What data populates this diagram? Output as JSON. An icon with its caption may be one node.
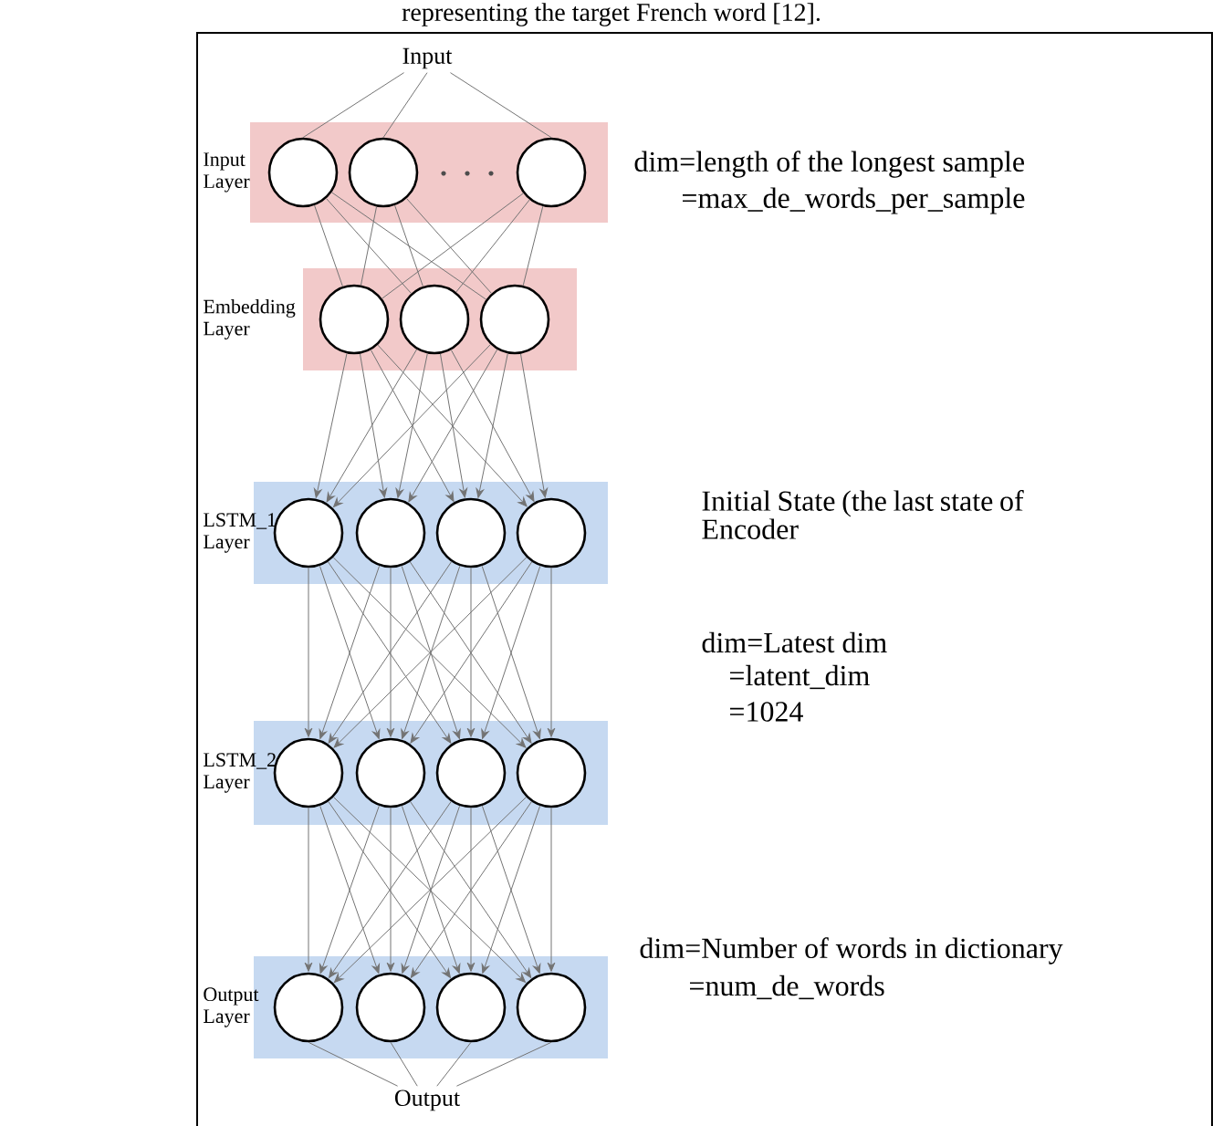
{
  "diagram": {
    "nodes": [
      {
        "text": [
          "Input"
        ]
      },
      {
        "text": [
          "Input Layer"
        ]
      },
      {
        "text": [],
        "shape": "circle",
        "in": 1
      },
      {
        "text": [],
        "shape": "circle",
        "in": 1
      },
      {
        "text": [],
        "shape": "circle",
        "in": 1
      },
      {
        "text": [
          "Embedding Layer"
        ]
      },
      {
        "text": [],
        "shape": "circle",
        "in": 5
      },
      {
        "text": [],
        "shape": "circle",
        "in": 5
      },
      {
        "text": [],
        "shape": "circle",
        "in": 5
      },
      {
        "text": [
          "LSTM_1 Layer"
        ]
      },
      {
        "text": [],
        "shape": "circle",
        "in": 9
      },
      {
        "text": [],
        "shape": "circle",
        "in": 9
      },
      {
        "text": [],
        "shape": "circle",
        "in": 9
      },
      {
        "text": [],
        "shape": "circle",
        "in": 9
      },
      {
        "text": [
          "LSTM_2 Layer"
        ]
      },
      {
        "text": [],
        "shape": "circle",
        "in": 14
      },
      {
        "text": [],
        "shape": "circle",
        "in": 14
      },
      {
        "text": [],
        "shape": "circle",
        "in": 14
      },
      {
        "text": [],
        "shape": "circle",
        "in": 14
      },
      {
        "text": [
          "Output Layer"
        ]
      },
      {
        "text": [],
        "shape": "circle",
        "in": 19
      },
      {
        "text": [],
        "shape": "circle",
        "in": 19
      },
      {
        "text": [],
        "shape": "circle",
        "in": 19
      },
      {
        "text": [],
        "shape": "circle",
        "in": 19
      },
      {
        "text": [
          "Output"
        ]
      }
    ],
    "edges": [
      {
        "from": 0,
        "to": 2,
        "arrow": "none"
      },
      {
        "from": 0,
        "to": 3,
        "arrow": "none"
      },
      {
        "from": 0,
        "to": 4,
        "arrow": "none"
      },
      {
        "from": 2,
        "to": 6,
        "arrow": "none"
      },
      {
        "from": 2,
        "to": 7,
        "arrow": "none"
      },
      {
        "from": 2,
        "to": 8,
        "arrow": "none"
      },
      {
        "from": 3,
        "to": 6,
        "arrow": "none"
      },
      {
        "from": 3,
        "to": 7,
        "arrow": "none"
      },
      {
        "from": 3,
        "to": 8,
        "arrow": "none"
      },
      {
        "from": 4,
        "to": 6,
        "arrow": "none"
      },
      {
        "from": 4,
        "to": 7,
        "arrow": "none"
      },
      {
        "from": 4,
        "to": 8,
        "arrow": "none"
      },
      {
        "from": 6,
        "to": 10,
        "arrow": "to"
      },
      {
        "from": 6,
        "to": 11,
        "arrow": "to"
      },
      {
        "from": 6,
        "to": 12,
        "arrow": "to"
      },
      {
        "from": 6,
        "to": 13,
        "arrow": "to"
      },
      {
        "from": 7,
        "to": 10,
        "arrow": "to"
      },
      {
        "from": 7,
        "to": 11,
        "arrow": "to"
      },
      {
        "from": 7,
        "to": 12,
        "arrow": "to"
      },
      {
        "from": 7,
        "to": 13,
        "arrow": "to"
      },
      {
        "from": 8,
        "to": 10,
        "arrow": "to"
      },
      {
        "from": 8,
        "to": 11,
        "arrow": "to"
      },
      {
        "from": 8,
        "to": 12,
        "arrow": "to"
      },
      {
        "from": 8,
        "to": 13,
        "arrow": "to"
      },
      {
        "from": 10,
        "to": 15,
        "arrow": "to"
      },
      {
        "from": 10,
        "to": 16,
        "arrow": "to"
      },
      {
        "from": 10,
        "to": 17,
        "arrow": "to"
      },
      {
        "from": 10,
        "to": 18,
        "arrow": "to"
      },
      {
        "from": 11,
        "to": 15,
        "arrow": "to"
      },
      {
        "from": 11,
        "to": 16,
        "arrow": "to"
      },
      {
        "from": 11,
        "to": 17,
        "arrow": "to"
      },
      {
        "from": 11,
        "to": 18,
        "arrow": "to"
      },
      {
        "from": 12,
        "to": 15,
        "arrow": "to"
      },
      {
        "from": 12,
        "to": 16,
        "arrow": "to"
      },
      {
        "from": 12,
        "to": 17,
        "arrow": "to"
      },
      {
        "from": 12,
        "to": 18,
        "arrow": "to"
      },
      {
        "from": 13,
        "to": 15,
        "arrow": "to"
      },
      {
        "from": 13,
        "to": 16,
        "arrow": "to"
      },
      {
        "from": 13,
        "to": 17,
        "arrow": "to"
      },
      {
        "from": 13,
        "to": 18,
        "arrow": "to"
      },
      {
        "from": 15,
        "to": 20,
        "arrow": "to"
      },
      {
        "from": 15,
        "to": 21,
        "arrow": "to"
      },
      {
        "from": 15,
        "to": 22,
        "arrow": "to"
      },
      {
        "from": 15,
        "to": 23,
        "arrow": "to"
      },
      {
        "from": 16,
        "to": 20,
        "arrow": "to"
      },
      {
        "from": 16,
        "to": 21,
        "arrow": "to"
      },
      {
        "from": 16,
        "to": 22,
        "arrow": "to"
      },
      {
        "from": 16,
        "to": 23,
        "arrow": "to"
      },
      {
        "from": 17,
        "to": 20,
        "arrow": "to"
      },
      {
        "from": 17,
        "to": 21,
        "arrow": "to"
      },
      {
        "from": 17,
        "to": 22,
        "arrow": "to"
      },
      {
        "from": 17,
        "to": 23,
        "arrow": "to"
      },
      {
        "from": 18,
        "to": 20,
        "arrow": "to"
      },
      {
        "from": 18,
        "to": 21,
        "arrow": "to"
      },
      {
        "from": 18,
        "to": 22,
        "arrow": "to"
      },
      {
        "from": 18,
        "to": 23,
        "arrow": "to"
      },
      {
        "from": 20,
        "to": 24,
        "arrow": "none"
      },
      {
        "from": 21,
        "to": 24,
        "arrow": "none"
      },
      {
        "from": 22,
        "to": 24,
        "arrow": "none"
      },
      {
        "from": 23,
        "to": 24,
        "arrow": "none"
      }
    ],
    "labels": [
      "representing the target French word [12].",
      "dim=length of the longest sample",
      "=max_de_words_per_sample",
      "Initial State (the last state of Encoder",
      "dim=Latest dim",
      "=latent_dim",
      "=1024",
      "dim=Number of words in dictionary",
      "=num_de_words"
    ]
  }
}
